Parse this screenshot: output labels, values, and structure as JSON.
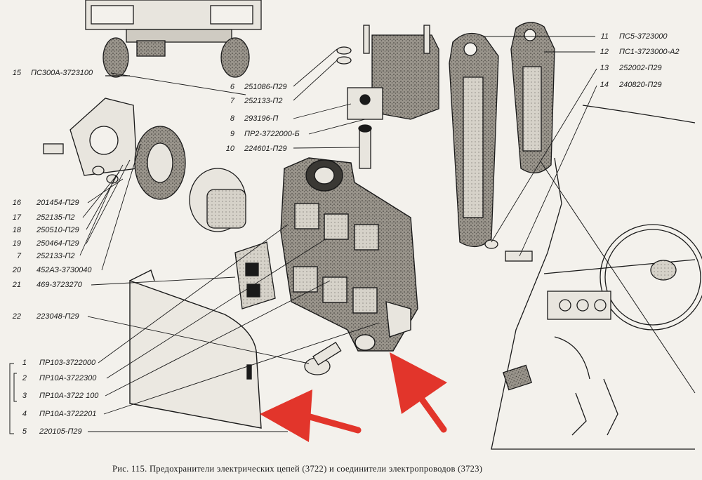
{
  "caption": "Рис. 115. Предохранители электрических цепей (3722) и соединители электропроводов (3723)",
  "labels": {
    "n15": "15",
    "t15": "ПС300А-3723100",
    "n6": "6",
    "t6": "251086-П29",
    "n7a": "7",
    "t7a": "252133-П2",
    "n8": "8",
    "t8": "293196-П",
    "n9": "9",
    "t9": "ПР2-3722000-Б",
    "n10": "10",
    "t10": "224601-П29",
    "n11": "11",
    "t11": "ПС5-3723000",
    "n12": "12",
    "t12": "ПС1-3723000-А2",
    "n13": "13",
    "t13": "252002-П29",
    "n14": "14",
    "t14": "240820-П29",
    "n16": "16",
    "t16": "201454-П29",
    "n17": "17",
    "t17": "252135-П2",
    "n18": "18",
    "t18": "250510-П29",
    "n19": "19",
    "t19": "250464-П29",
    "n7b": "7",
    "t7b": "252133-П2",
    "n20": "20",
    "t20": "452АЗ-3730040",
    "n21": "21",
    "t21": "469-3723270",
    "n22": "22",
    "t22": "223048-П29",
    "n1": "1",
    "t1": "ПР103-3722000",
    "n2": "2",
    "t2": "ПР10А-3722300",
    "n3": "3",
    "t3": "ПР10А-3722 100",
    "n4": "4",
    "t4": "ПР10А-3722201",
    "n5": "5",
    "t5": "220105-П29"
  },
  "colors": {
    "ink": "#1a1a1a",
    "paper": "#f3f1ec",
    "arrow": "#e2352b"
  },
  "icons": [
    "fuse-block",
    "connector-block",
    "relay",
    "bracket",
    "screw",
    "dashboard"
  ]
}
